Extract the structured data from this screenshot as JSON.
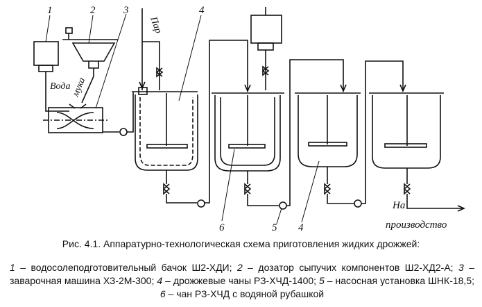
{
  "diagram": {
    "callouts": {
      "c1": "1",
      "c2": "2",
      "c3": "3",
      "c4_top": "4",
      "c4_bottom": "4",
      "c5": "5",
      "c6": "6"
    },
    "flow_labels": {
      "steam": "Пар",
      "water": "Вода",
      "flour": "мука",
      "to_line1": "На",
      "to_line2": "производство"
    }
  },
  "caption": {
    "title": "Рис. 4.1. Аппаратурно-технологическая схема приготовления жидких дрожжей:",
    "legend": [
      {
        "num": "1",
        "text": " – водосолеподготовительный бачок Ш2-ХДИ; "
      },
      {
        "num": "2",
        "text": " – дозатор сыпучих компонентов Ш2-ХД2-А; "
      },
      {
        "num": "3",
        "text": " – заварочная машина ХЗ-2М-300; "
      },
      {
        "num": "4",
        "text": " – дрожжевые чаны РЗ-ХЧД-1400; "
      },
      {
        "num": "5",
        "text": " – насосная установка ШНК-18,5; "
      },
      {
        "num": "6",
        "text": " – чан РЗ-ХЧД с водяной рубашкой"
      }
    ]
  }
}
